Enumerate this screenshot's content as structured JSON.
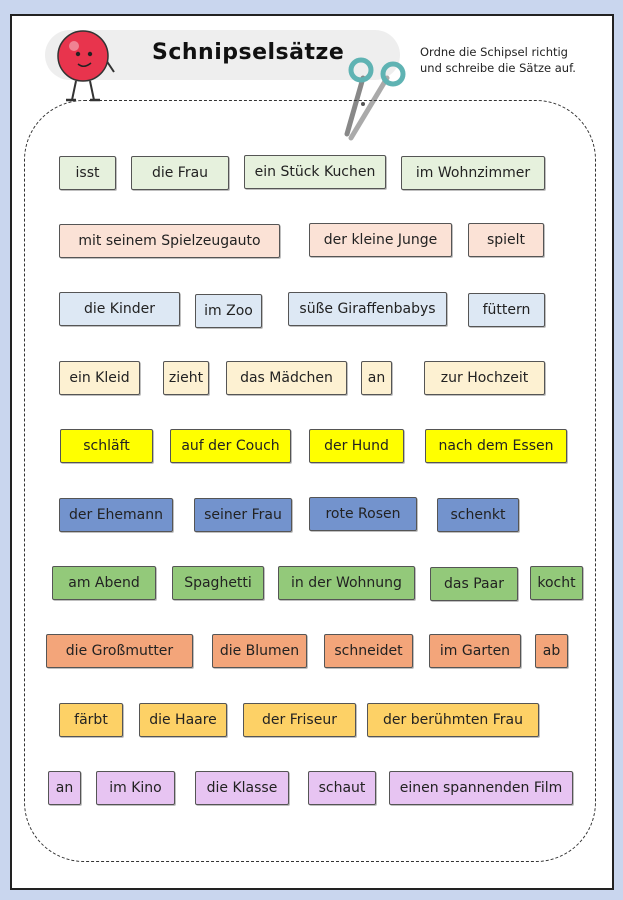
{
  "header": {
    "title": "Schnipselsätze",
    "instruction_line1": "Ordne die Schipsel richtig",
    "instruction_line2": "und schreibe die Sätze auf."
  },
  "rows": [
    [
      "isst",
      "die Frau",
      "ein Stück Kuchen",
      "im Wohnzimmer"
    ],
    [
      "mit seinem Spielzeugauto",
      "der kleine Junge",
      "spielt"
    ],
    [
      "die Kinder",
      "im Zoo",
      "süße Giraffenbabys",
      "füttern"
    ],
    [
      "ein Kleid",
      "zieht",
      "das Mädchen",
      "an",
      "zur Hochzeit"
    ],
    [
      "schläft",
      "auf der Couch",
      "der Hund",
      "nach dem Essen"
    ],
    [
      "der Ehemann",
      "seiner Frau",
      "rote Rosen",
      "schenkt"
    ],
    [
      "am Abend",
      "Spaghetti",
      "in der Wohnung",
      "das Paar",
      "kocht"
    ],
    [
      "die Großmutter",
      "die Blumen",
      "schneidet",
      "im Garten",
      "ab"
    ],
    [
      "färbt",
      "die Haare",
      "der Friseur",
      "der berühmten Frau"
    ],
    [
      "an",
      "im Kino",
      "die Klasse",
      "schaut",
      "einen spannenden Film"
    ]
  ],
  "row_colors": [
    "#e6f1dd",
    "#fbe2d6",
    "#dde8f4",
    "#fdf1d2",
    "#ffff00",
    "#7393cd",
    "#93c97a",
    "#f3a57a",
    "#fdd166",
    "#e7c4f2"
  ],
  "icons": {
    "mascot": "red-ball-mascot-icon",
    "scissors": "scissors-icon"
  }
}
